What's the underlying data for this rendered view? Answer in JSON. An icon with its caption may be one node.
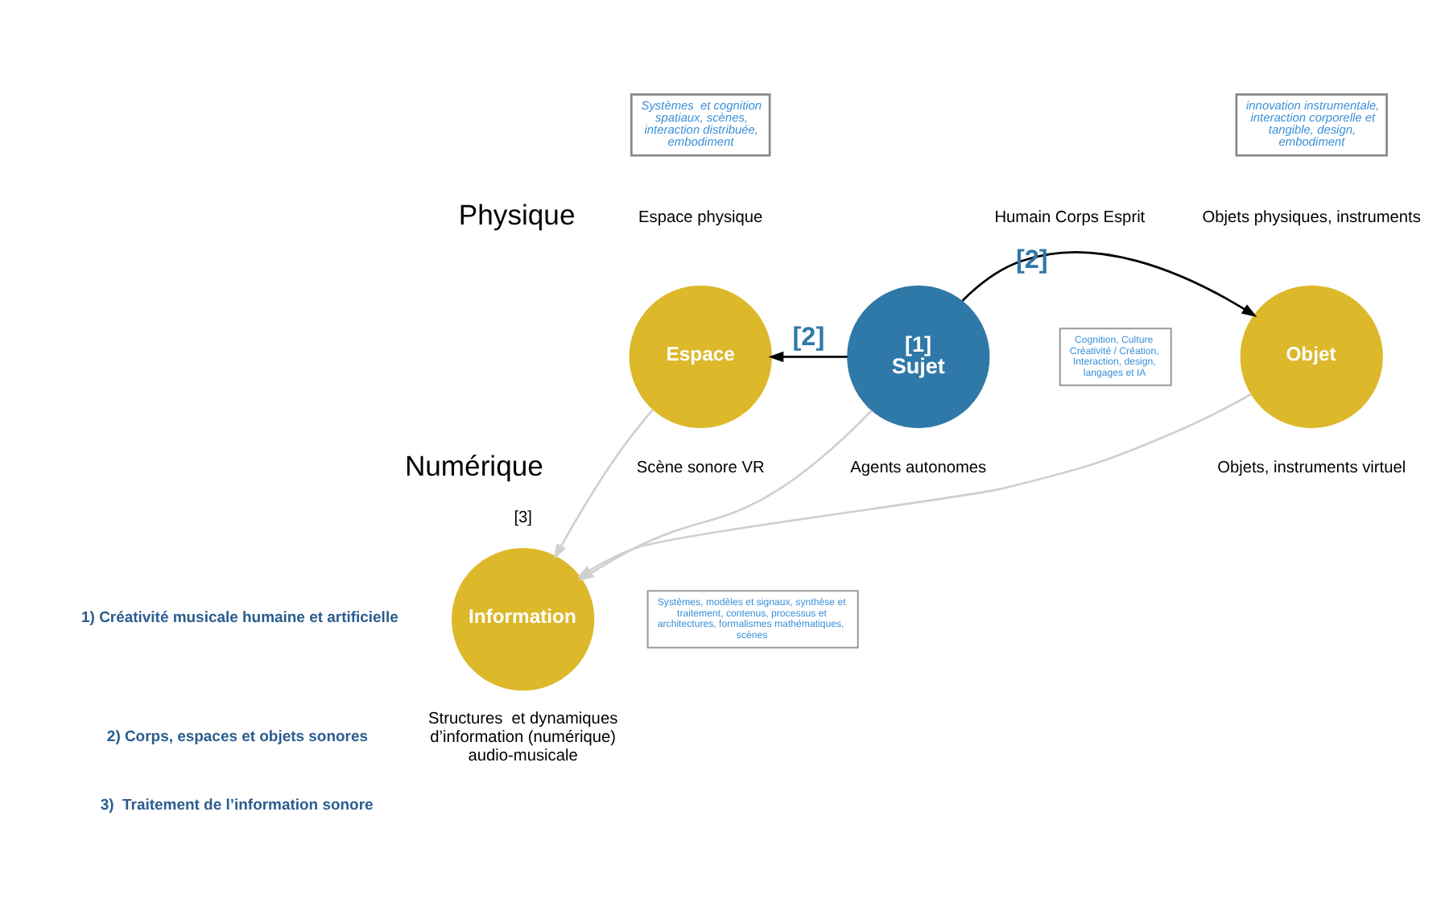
{
  "diagram": {
    "nodes": [
      {
        "text": [
          "Systèmes  et cognition spatiaux, scènes, interaction distribuée, embodiment"
        ]
      },
      {
        "text": [
          "innovation instrumentale, interaction corporelle et tangible, design, embodiment"
        ]
      },
      {
        "text": [
          "Espace"
        ],
        "beside": [
          "Espace physique",
          "Scène sonore VR"
        ]
      },
      {
        "text": [
          "[1]",
          "Sujet"
        ],
        "beside": [
          "Humain Corps Esprit",
          "Agents autonomes"
        ]
      },
      {
        "text": [
          "Cognition, Culture Créativité / Création, Interaction, design, langages et IA"
        ]
      },
      {
        "text": [
          "Objet"
        ],
        "beside": [
          "Objets physiques, instruments",
          "Objets, instruments virtuel"
        ]
      },
      {
        "text": [
          "Information"
        ],
        "beside": [
          "[3]",
          "Structures  et dynamiques d’information (numérique) audio-musicale"
        ]
      },
      {
        "text": [
          "Systèmes, modèles et signaux, synthèse et traitement, contenus, processus et architectures, formalismes mathématiques, scènes"
        ]
      }
    ],
    "edges": [
      {
        "from": 3,
        "to": 2,
        "arrow": "to",
        "label": "[2]",
        "color": "#000000"
      },
      {
        "from": 3,
        "to": 5,
        "arrow": "to",
        "label": "[2]",
        "color": "#000000"
      },
      {
        "from": 2,
        "to": 6,
        "arrow": "to"
      },
      {
        "from": 3,
        "to": 6,
        "arrow": "to"
      },
      {
        "from": 5,
        "to": 6,
        "arrow": "to"
      }
    ],
    "labels": [
      "Physique",
      "Numérique",
      "1) Créativité musicale humaine et artificielle",
      "2) Corps, espaces et objets sonores",
      "3)  Traitement de l’information sonore"
    ]
  }
}
